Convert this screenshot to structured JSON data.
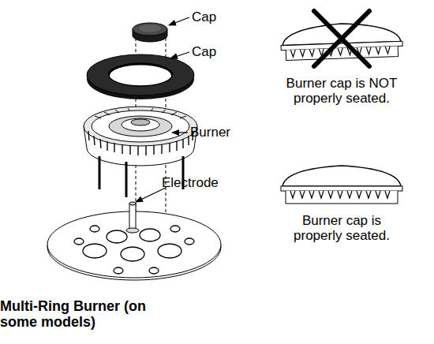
{
  "diagram": {
    "caption": "Multi-Ring Burner (on some models)",
    "labels": [
      "Cap",
      "Cap",
      "Burner",
      "Electrode",
      "Burner cap is NOT properly seated.",
      "Burner cap is properly seated."
    ]
  }
}
